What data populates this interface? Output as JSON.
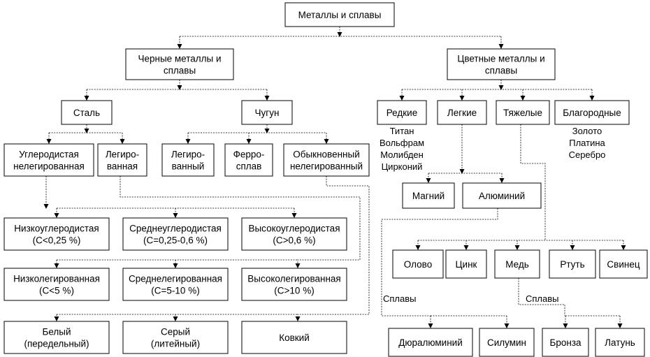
{
  "nodes": {
    "root": "Металлы и сплавы",
    "ferrous": [
      "Черные металлы и",
      "сплавы"
    ],
    "nonferrous": [
      "Цветные металлы и",
      "сплавы"
    ],
    "steel": "Сталь",
    "cast_iron": "Чугун",
    "rare": "Редкие",
    "light": "Легкие",
    "heavy": "Тяжелые",
    "noble": "Благородные",
    "carbon_steel": [
      "Углеродистая",
      "нелегированная"
    ],
    "alloy_steel": [
      "Легиро-",
      "ванная"
    ],
    "alloy_iron": [
      "Легиро-",
      "ванный"
    ],
    "ferroalloy": [
      "Ферро-",
      "сплав"
    ],
    "ordinary_iron": [
      "Обыкновенный",
      "нелегированный"
    ],
    "magnesium": "Магний",
    "aluminium": "Алюминий",
    "low_carbon": [
      "Низкоуглеродистая",
      "(С<0,25 %)"
    ],
    "medium_carbon": [
      "Среднеуглеродистая",
      "(С=0,25-0,6 %)"
    ],
    "high_carbon": [
      "Высокоуглеродистая",
      "(С>0,6 %)"
    ],
    "low_alloy": [
      "Низколегированная",
      "(С<5 %)"
    ],
    "medium_alloy": [
      "Среднелегированная",
      "(С=5-10 %)"
    ],
    "high_alloy": [
      "Высоколегированная",
      "(С>10 %)"
    ],
    "white_iron": [
      "Белый",
      "(передельный)"
    ],
    "grey_iron": [
      "Серый",
      "(литейный)"
    ],
    "malleable_iron": "Ковкий",
    "tin": "Олово",
    "zinc": "Цинк",
    "copper": "Медь",
    "mercury": "Ртуть",
    "lead": "Свинец",
    "duralumin": "Дюралюминий",
    "silumin": "Силумин",
    "bronze": "Бронза",
    "brass": "Латунь"
  },
  "notes": {
    "rare_list": [
      "Титан",
      "Вольфрам",
      "Молибден",
      "Цирконий"
    ],
    "noble_list": [
      "Золото",
      "Платина",
      "Серебро"
    ],
    "alloys_label_1": "Сплавы",
    "alloys_label_2": "Сплавы"
  }
}
